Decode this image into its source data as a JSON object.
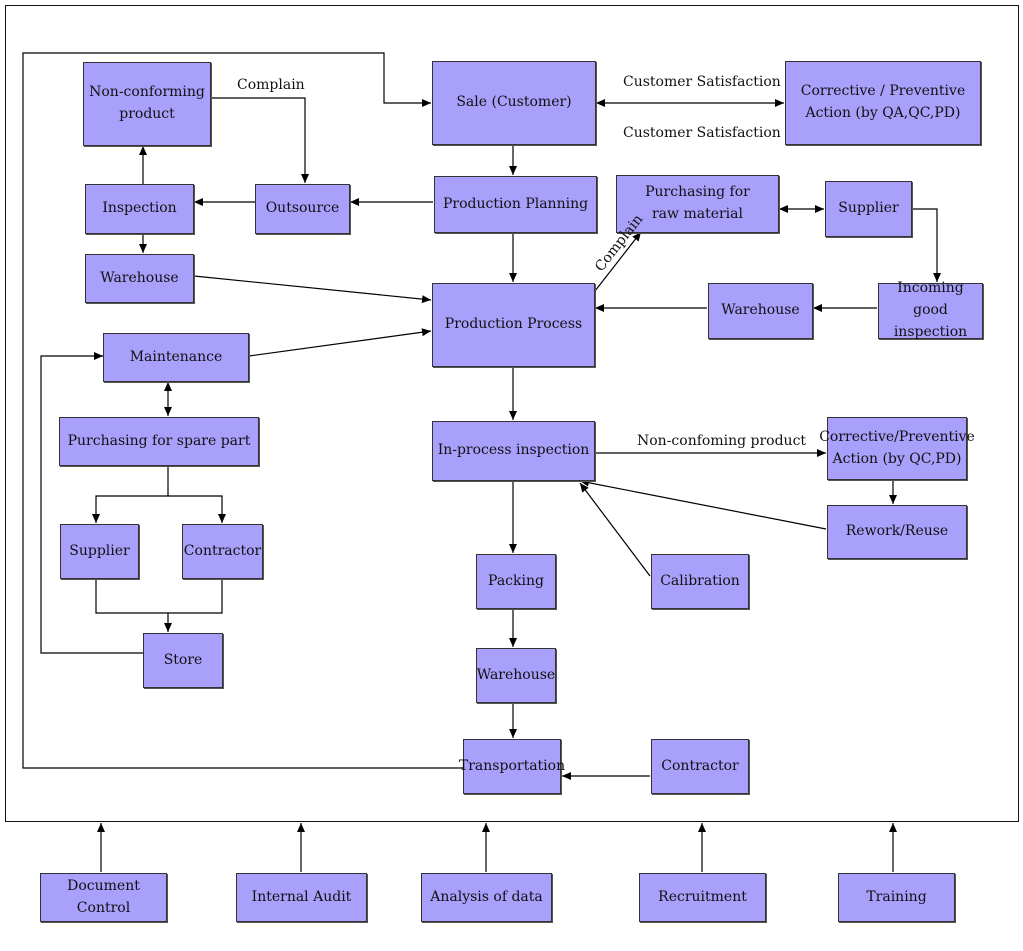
{
  "boxes": {
    "sale": "Sale (Customer)",
    "corrective_qa": "Corrective / Preventive\nAction (by QA,QC,PD)",
    "nonconforming": "Non-conforming\nproduct",
    "inspection": "Inspection",
    "outsource": "Outsource",
    "production_planning": "Production Planning",
    "purchasing_raw": "Purchasing for\nraw material",
    "supplier_raw": "Supplier",
    "warehouse_left": "Warehouse",
    "production_process": "Production Process",
    "warehouse_right": "Warehouse",
    "incoming_inspection": "Incoming good\ninspection",
    "maintenance": "Maintenance",
    "purchasing_spare": "Purchasing for spare part",
    "inprocess_inspection": "In-process inspection",
    "corrective_qc": "Corrective/Preventive\nAction (by QC,PD)",
    "supplier_spare": "Supplier",
    "contractor_spare": "Contractor",
    "rework": "Rework/Reuse",
    "packing": "Packing",
    "calibration": "Calibration",
    "store": "Store",
    "warehouse_bottom": "Warehouse",
    "transportation": "Transportation",
    "contractor_transport": "Contractor",
    "document_control": "Document Control",
    "internal_audit": "Internal Audit",
    "analysis_data": "Analysis of data",
    "recruitment": "Recruitment",
    "training": "Training"
  },
  "labels": {
    "complain_top": "Complain",
    "customer_satisfaction_top": "Customer Satisfaction",
    "customer_satisfaction_bottom": "Customer Satisfaction",
    "complain_diagonal": "Complain",
    "non_conforming_product": "Non-confoming product"
  },
  "colors": {
    "box_fill": "#a8a0fb",
    "line": "#000000"
  }
}
